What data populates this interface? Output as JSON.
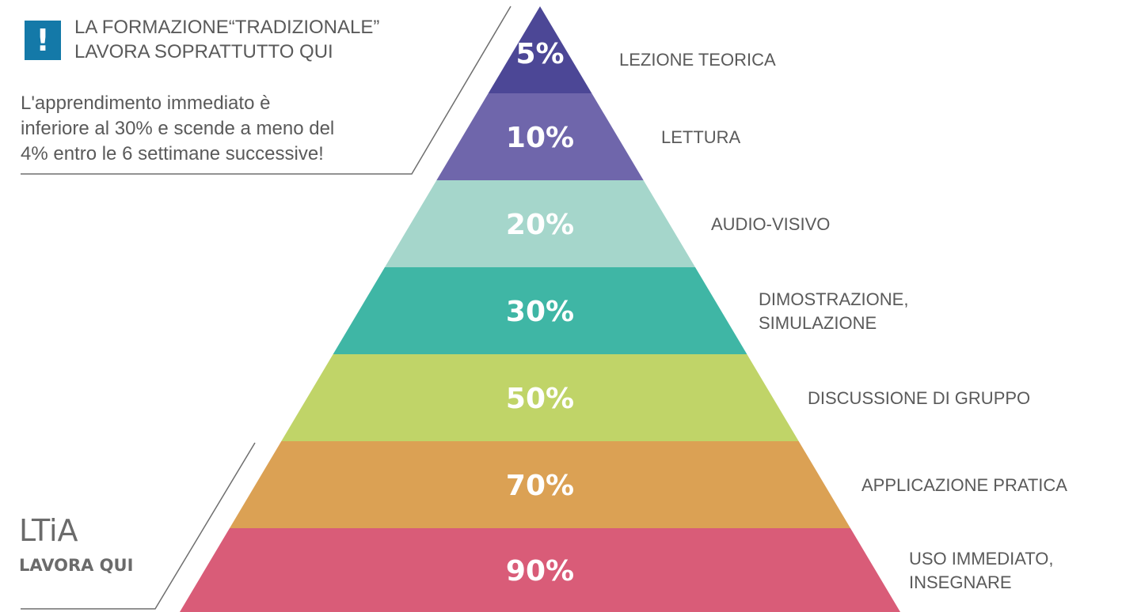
{
  "callout_top": {
    "icon": "exclamation-icon",
    "icon_glyph": "!",
    "icon_color": "#1479a8",
    "title_lines": [
      "LA FORMAZIONE“TRADIZIONALE”",
      "LAVORA SOPRATTUTTO QUI"
    ],
    "body_lines": [
      "L'apprendimento immediato è",
      "inferiore al 30% e scende a meno del",
      "4% entro le 6 settimane successive!"
    ]
  },
  "callout_bottom": {
    "name": "LTiA",
    "subtitle": "LAVORA QUI"
  },
  "pyramid": {
    "levels": [
      {
        "percent": "5%",
        "label_lines": [
          "LEZIONE TEORICA"
        ],
        "color": "#4c4796"
      },
      {
        "percent": "10%",
        "label_lines": [
          "LETTURA"
        ],
        "color": "#6f66ab"
      },
      {
        "percent": "20%",
        "label_lines": [
          "AUDIO-VISIVO"
        ],
        "color": "#a5d6cb"
      },
      {
        "percent": "30%",
        "label_lines": [
          "DIMOSTRAZIONE,",
          "SIMULAZIONE"
        ],
        "color": "#3fb6a5"
      },
      {
        "percent": "50%",
        "label_lines": [
          "DISCUSSIONE DI GRUPPO"
        ],
        "color": "#c0d468"
      },
      {
        "percent": "70%",
        "label_lines": [
          "APPLICAZIONE PRATICA"
        ],
        "color": "#dba154"
      },
      {
        "percent": "90%",
        "label_lines": [
          "USO IMMEDIATO,",
          "INSEGNARE"
        ],
        "color": "#d95c78"
      }
    ]
  }
}
